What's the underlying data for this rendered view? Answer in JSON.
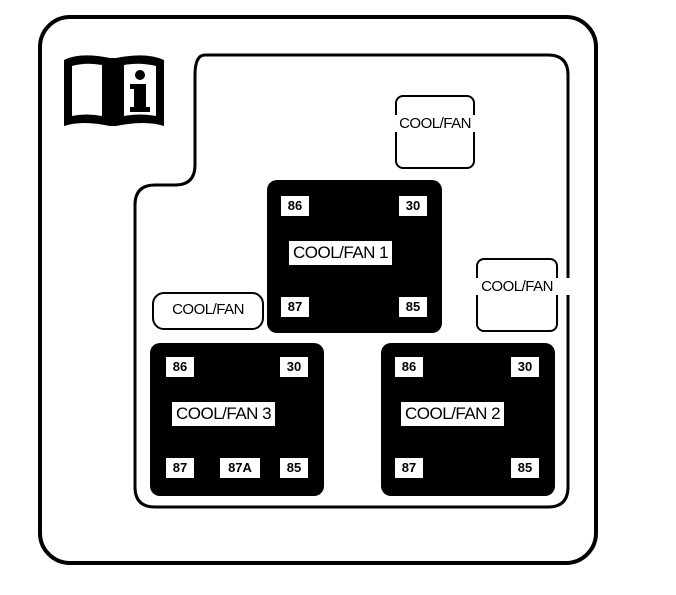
{
  "icons": {
    "manual": "manual-info-icon"
  },
  "fuses": {
    "top_right": "COOL/FAN",
    "middle_right": "COOL/FAN",
    "left": "COOL/FAN"
  },
  "relays": {
    "fan1": {
      "label": "COOL/FAN 1",
      "pin_tl": "86",
      "pin_tr": "30",
      "pin_bl": "87",
      "pin_br": "85"
    },
    "fan3": {
      "label": "COOL/FAN 3",
      "pin_tl": "86",
      "pin_tr": "30",
      "pin_bl": "87",
      "pin_bm": "87A",
      "pin_br": "85"
    },
    "fan2": {
      "label": "COOL/FAN 2",
      "pin_tl": "86",
      "pin_tr": "30",
      "pin_bl": "87",
      "pin_br": "85"
    }
  }
}
